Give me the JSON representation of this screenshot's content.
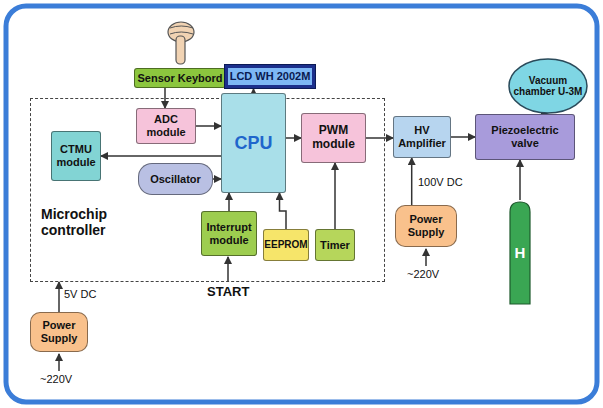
{
  "diagram": {
    "nodes": [
      {
        "text": [
          "Sensor Keybord"
        ]
      },
      {
        "text": [
          "LCD WH 2002M"
        ]
      },
      {
        "text": [
          "Microchip controller"
        ]
      },
      {
        "text": [
          "ADC module"
        ],
        "in": 2
      },
      {
        "text": [
          "CPU"
        ],
        "in": 2
      },
      {
        "text": [
          "PWM module"
        ],
        "in": 2
      },
      {
        "text": [
          "CTMU module"
        ],
        "in": 2
      },
      {
        "text": [
          "Oscillator"
        ],
        "in": 2
      },
      {
        "text": [
          "Interrupt module"
        ],
        "in": 2
      },
      {
        "text": [
          "EEPROM"
        ],
        "in": 2
      },
      {
        "text": [
          "Timer"
        ],
        "in": 2
      },
      {
        "text": [
          "HV Amplifier"
        ]
      },
      {
        "text": [
          "Vacuum chamber U-3M"
        ]
      },
      {
        "text": [
          "Piezoelectric valve"
        ]
      },
      {
        "text": [
          "H"
        ]
      },
      {
        "text": [
          "Power Supply"
        ]
      },
      {
        "text": [
          "Power Supply"
        ]
      }
    ],
    "edges": [
      {
        "from": 0,
        "to": 3,
        "arrow": "to"
      },
      {
        "from": 4,
        "to": 1,
        "arrow": "to"
      },
      {
        "from": 3,
        "to": 4,
        "arrow": "to"
      },
      {
        "from": 4,
        "to": 6,
        "arrow": "to"
      },
      {
        "from": 7,
        "to": 4,
        "arrow": "to"
      },
      {
        "from": 8,
        "to": 4,
        "arrow": "to"
      },
      {
        "from": 9,
        "to": 4,
        "arrow": "to"
      },
      {
        "from": 4,
        "to": 5,
        "arrow": "to"
      },
      {
        "from": 10,
        "to": 5,
        "arrow": "to"
      },
      {
        "from": 5,
        "to": 11,
        "arrow": "to"
      },
      {
        "from": 11,
        "to": 13,
        "arrow": "to"
      },
      {
        "from": 13,
        "to": 12,
        "arrow": "to"
      },
      {
        "from": 14,
        "to": 13,
        "arrow": "to"
      },
      {
        "from": 15,
        "to": 11,
        "arrow": "to"
      },
      {
        "from": 16,
        "to": 2,
        "arrow": "to"
      }
    ],
    "labels": [
      "START",
      "5V DC",
      "100V DC",
      "~220V",
      "~220V"
    ]
  }
}
